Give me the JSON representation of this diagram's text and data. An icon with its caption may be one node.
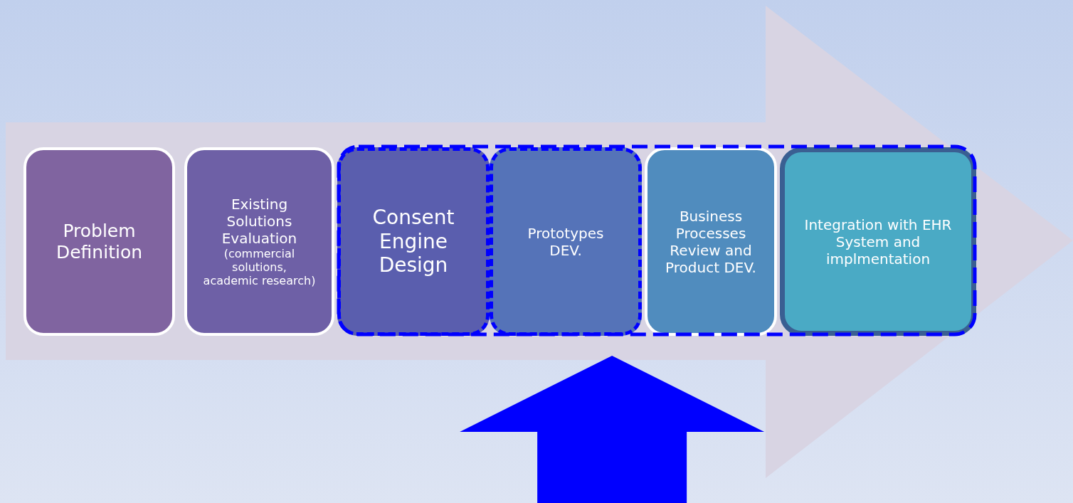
{
  "diagram": {
    "nodes": [
      {
        "text": [
          "Problem Definition"
        ]
      },
      {
        "text": [
          "Existing Solutions Evaluation",
          "(commercial solutions, academic research)"
        ]
      },
      {
        "text": [],
        "shape": "box"
      },
      {
        "text": [
          "Consent Engine Design"
        ],
        "in": 2
      },
      {
        "text": [
          "Prototypes DEV."
        ],
        "in": 2
      },
      {
        "text": [
          "Business Processes Review and Product DEV."
        ],
        "in": 2
      },
      {
        "text": [
          "Integration with EHR System and implmentation"
        ],
        "in": 2
      }
    ],
    "edges": [
      {
        "from": null,
        "to": 2,
        "arrow": "to",
        "style": "thick"
      }
    ]
  }
}
